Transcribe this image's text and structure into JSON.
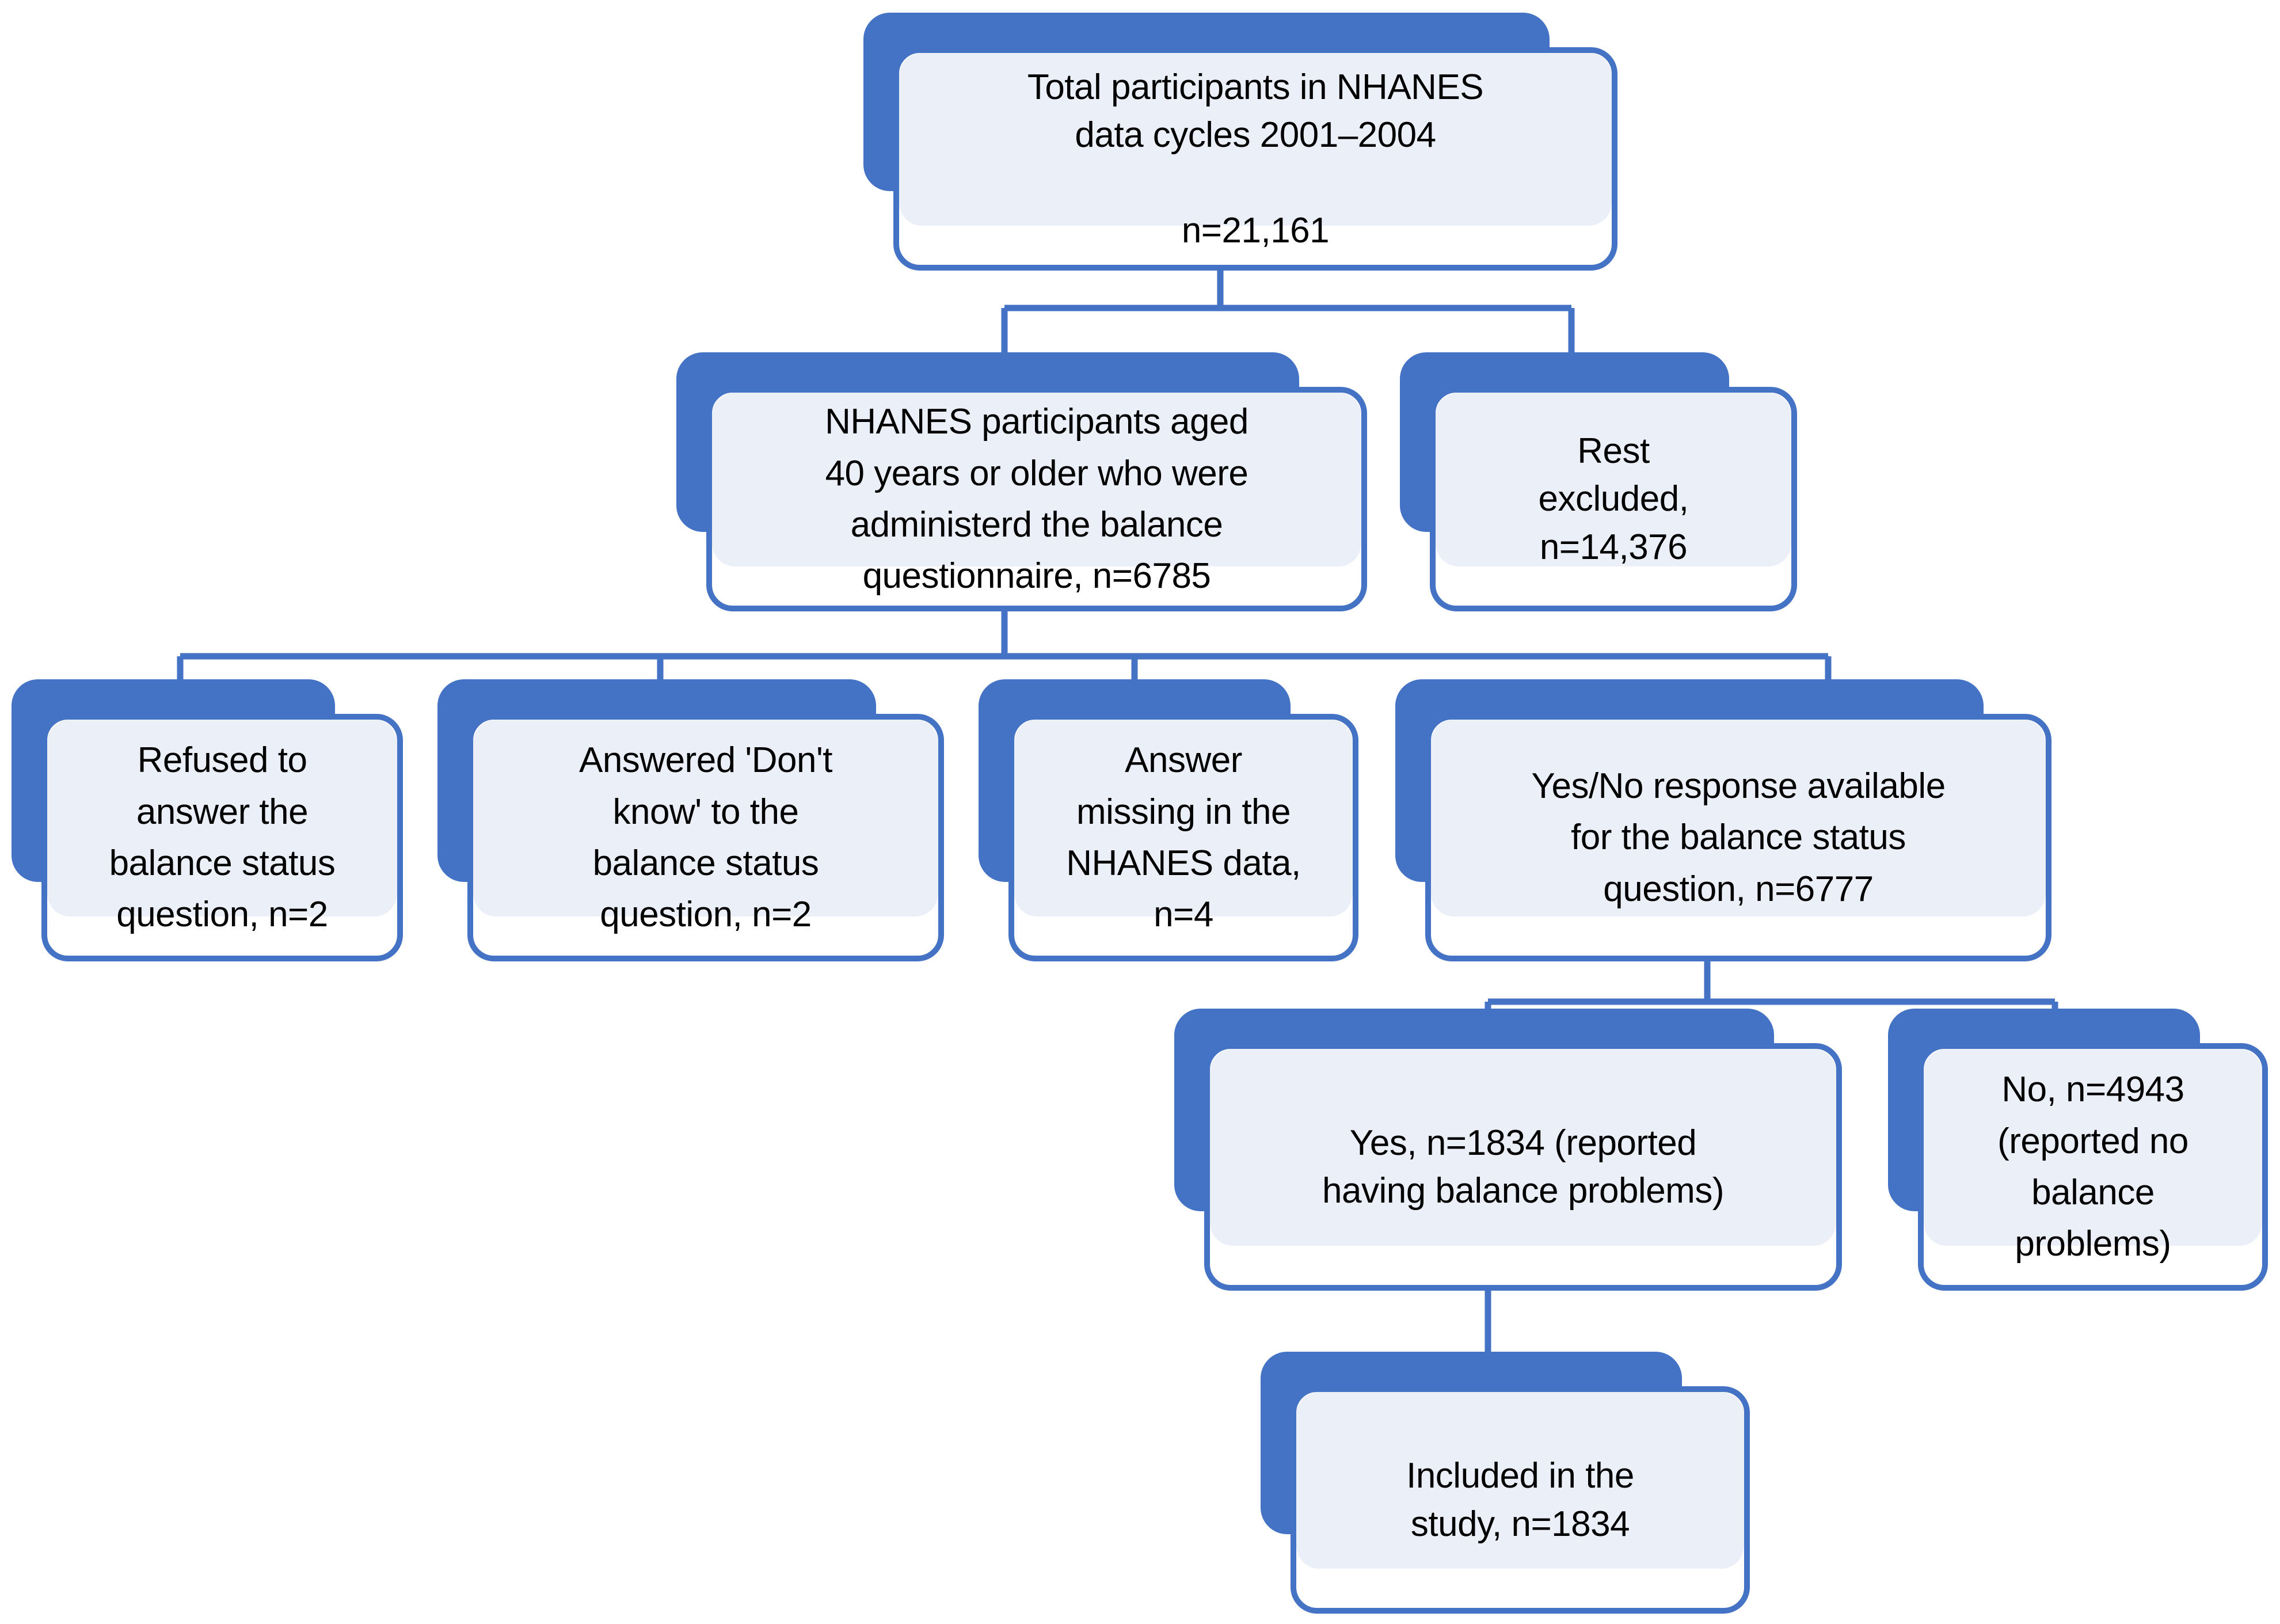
{
  "diagram": {
    "title": "NHANES participant selection flowchart",
    "colors": {
      "node_shadow": "#4472C4",
      "node_border": "#4472C4",
      "node_fill": "#EBEFF7",
      "node_body": "#FFFFFF",
      "connector": "#4472C4",
      "text": "#000000",
      "background": "#FFFFFF"
    },
    "nodes": [
      {
        "id": "total-participants",
        "text": "Total participants in NHANES\ndata cycles 2001–2004\n\nn=21,161",
        "n": "21,161"
      },
      {
        "id": "aged-40-plus",
        "text": "NHANES participants aged\n40 years or older who were\nadministerd the balance\nquestionnaire, n=6785",
        "n": "6785"
      },
      {
        "id": "rest-excluded",
        "text": "Rest\nexcluded,\nn=14,376",
        "n": "14,376"
      },
      {
        "id": "refused-to-answer",
        "text": "Refused to\nanswer the\nbalance status\nquestion, n=2",
        "n": "2"
      },
      {
        "id": "answered-dont-know",
        "text": "Answered 'Don't\nknow' to the\nbalance status\nquestion, n=2",
        "n": "2"
      },
      {
        "id": "answer-missing",
        "text": "Answer\nmissing in the\nNHANES data,\nn=4",
        "n": "4"
      },
      {
        "id": "yes-no-available",
        "text": "Yes/No response available\nfor the balance status\nquestion, n=6777",
        "n": "6777"
      },
      {
        "id": "yes-balance-problems",
        "text": "Yes, n=1834 (reported\nhaving balance problems)",
        "n": "1834"
      },
      {
        "id": "no-balance-problems",
        "text": "No, n=4943\n(reported no\nbalance\nproblems)",
        "n": "4943"
      },
      {
        "id": "included-in-study",
        "text": "Included in the\nstudy, n=1834",
        "n": "1834"
      }
    ]
  }
}
